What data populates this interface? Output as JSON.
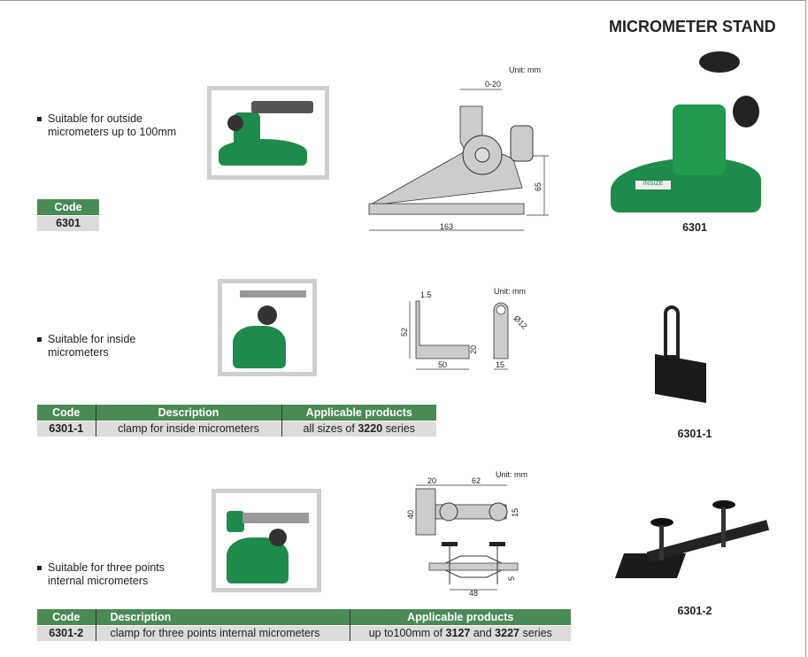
{
  "title": "MICROMETER STAND",
  "unit_label": "Unit: mm",
  "sections": [
    {
      "bullet": [
        "Suitable for outside",
        "micrometers up to 100mm"
      ],
      "table": {
        "headers": [
          "Code"
        ],
        "rows": [
          [
            "6301"
          ]
        ]
      },
      "product_label": "6301",
      "dims": {
        "gap": "0-20",
        "height": "65",
        "length": "163"
      }
    },
    {
      "bullet": [
        "Suitable for inside",
        "micrometers"
      ],
      "table": {
        "headers": [
          "Code",
          "Description",
          "Applicable products"
        ],
        "rows": [
          {
            "code": "6301-1",
            "description": "clamp for inside micrometers",
            "prod_pre": "all sizes of ",
            "prod_bold": "3220",
            "prod_post": " series"
          }
        ]
      },
      "product_label": "6301-1",
      "dims": {
        "t": "1.5",
        "h": "52",
        "w": "50",
        "h2": "20",
        "d": "Ø12",
        "w2": "15"
      }
    },
    {
      "bullet": [
        "Suitable for three points",
        "internal micrometers"
      ],
      "table": {
        "headers": [
          "Code",
          "Description",
          "Applicable products"
        ],
        "rows": [
          {
            "code": "6301-2",
            "description": "clamp for three points internal micrometers",
            "prod_pre": "up to100mm of ",
            "prod_bold": "3127",
            "prod_mid": " and ",
            "prod_bold2": "3227",
            "prod_post": " series"
          }
        ]
      },
      "product_label": "6301-2",
      "dims": {
        "a": "20",
        "b": "62",
        "h": "40",
        "d": "15",
        "w": "48",
        "t": "5"
      }
    }
  ],
  "colors": {
    "header_green": "#4a8a55",
    "product_green": "#1e8a4c",
    "row_gray": "#dcdcdc"
  }
}
